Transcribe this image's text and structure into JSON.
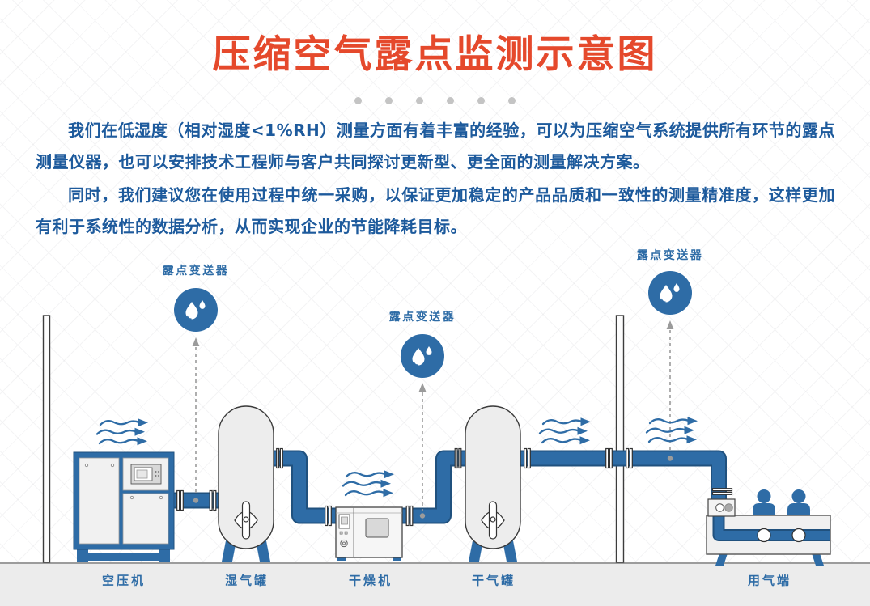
{
  "header": {
    "title": "压缩空气露点监测示意图",
    "separator_dots": 6
  },
  "intro": {
    "paragraph1": "我们在低湿度（相对湿度<1%RH）测量方面有着丰富的经验，可以为压缩空气系统提供所有环节的露点测量仪器，也可以安排技术工程师与客户共同探讨更新型、更全面的测量解决方案。",
    "paragraph2": "同时，我们建议您在使用过程中统一采购，以保证更加稳定的产品品质和一致性的测量精准度，这样更加有利于系统性的数据分析，从而实现企业的节能降耗目标。"
  },
  "diagram": {
    "transmitters": [
      {
        "label": "露点变送器",
        "icon": "water-drops-icon"
      },
      {
        "label": "露点变送器",
        "icon": "water-drops-icon"
      },
      {
        "label": "露点变送器",
        "icon": "water-drops-icon"
      }
    ],
    "equipment": [
      {
        "label": "空压机"
      },
      {
        "label": "湿气罐"
      },
      {
        "label": "干燥机"
      },
      {
        "label": "干气罐"
      },
      {
        "label": "用气端"
      }
    ]
  },
  "colors": {
    "title_red": "#e5492c",
    "text_blue": "#1d5a9c",
    "equipment_blue": "#2e6ca6",
    "pipe_edge_blue": "#20517e",
    "dot_gray": "#c4c4c4",
    "ground_gray": "#ececec"
  }
}
